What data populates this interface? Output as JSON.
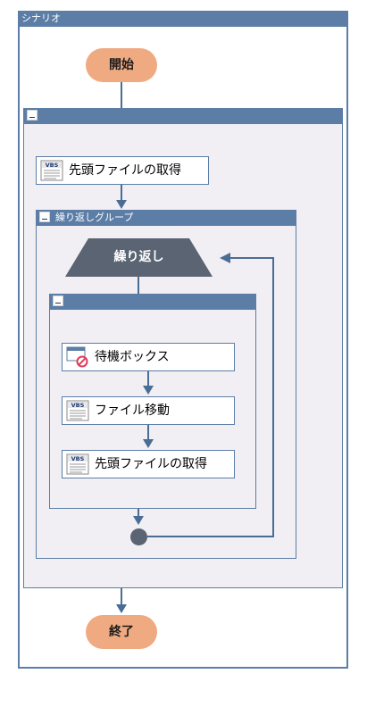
{
  "scenario": {
    "title": "シナリオ"
  },
  "start": {
    "label": "開始"
  },
  "end": {
    "label": "終了"
  },
  "outer_group": {
    "title": ""
  },
  "actions": {
    "get_first_file_1": {
      "label": "先頭ファイルの取得",
      "icon": "vbs-script-icon"
    },
    "wait_box": {
      "label": "待機ボックス",
      "icon": "wait-dialog-icon"
    },
    "move_file": {
      "label": "ファイル移動",
      "icon": "vbs-script-icon"
    },
    "get_first_file_2": {
      "label": "先頭ファイルの取得",
      "icon": "vbs-script-icon"
    }
  },
  "repeat_group": {
    "title": "繰り返しグループ"
  },
  "loop": {
    "label": "繰り返し"
  },
  "inner_group": {
    "title": ""
  },
  "colors": {
    "frame": "#5b7da6",
    "pill": "#efaa82",
    "loop": "#5a6472",
    "arrow": "#4a6d96",
    "group_bg": "#f1eff4"
  }
}
